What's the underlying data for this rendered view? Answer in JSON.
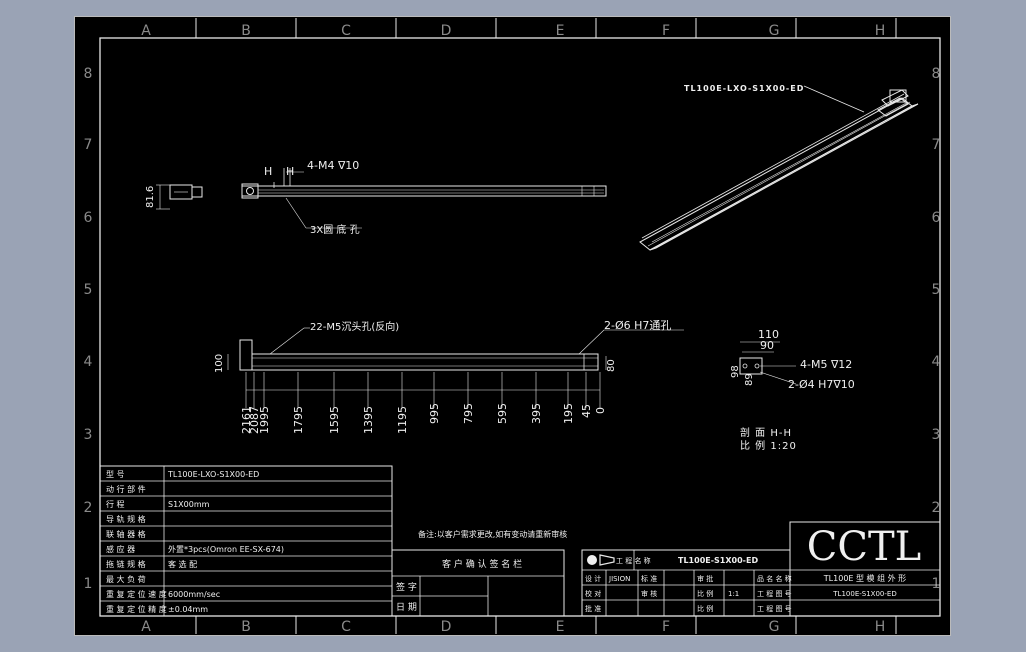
{
  "zone_columns": [
    "A",
    "B",
    "C",
    "D",
    "E",
    "F",
    "G",
    "H"
  ],
  "zone_rows": [
    "8",
    "7",
    "6",
    "5",
    "4",
    "3",
    "2",
    "1"
  ],
  "callouts": {
    "model_label": "TL100E-LXO-S1X00-ED",
    "screw_top": "4-M4 ∇10",
    "h_marker": "H",
    "bottom_note": "3X圆 底 孔",
    "counterbore": "22-M5沉头孔(反向)",
    "pin_holes": "2-Ø6 H7通孔",
    "dim_816": "81.6",
    "dim_100": "100",
    "dim_80": "80"
  },
  "hole_positions": [
    "2161",
    "2087",
    "1995",
    "1795",
    "1595",
    "1395",
    "1195",
    "995",
    "795",
    "595",
    "395",
    "195",
    "45",
    "0"
  ],
  "section": {
    "dim_110": "110",
    "dim_90": "90",
    "dim_98": "98",
    "dim_89": "89",
    "screw": "4-M5 ∇12",
    "pin": "2-Ø4 H7∇10",
    "title": "剖 面 H-H",
    "scale": "比 例 1:20"
  },
  "note": "备注:以客户需求更改,如有变动请重新审核",
  "spec_table": [
    {
      "label": "型 号",
      "value": "TL100E-LXO-S1X00-ED"
    },
    {
      "label": "动 行 部 件",
      "value": ""
    },
    {
      "label": "行 程",
      "value": "S1X00mm"
    },
    {
      "label": "导 轨 规 格",
      "value": ""
    },
    {
      "label": "联 轴 器 格",
      "value": ""
    },
    {
      "label": "感 应 器",
      "value": "外置*3pcs(Omron EE-SX-674)"
    },
    {
      "label": "拖 链 规 格",
      "value": "客 选 配"
    },
    {
      "label": "最 大 负 荷",
      "value": ""
    },
    {
      "label": "重 复 定 位 速 度",
      "value": "6000mm/sec"
    },
    {
      "label": "重 复 定 位 精 度",
      "value": "±0.04mm"
    }
  ],
  "customer_box": {
    "title": "客 户 确 认 签 名 栏",
    "sign": "签 字",
    "date": "日 期"
  },
  "title_block": {
    "company_label": "工 程 名 称",
    "drawing_number": "TL100E-S1X00-ED",
    "row1": [
      "设 计",
      "JISION",
      "标 准",
      "",
      "审 批",
      "",
      "品 名 名 称"
    ],
    "row2": [
      "校 对",
      "",
      "审 核",
      "",
      "比 例",
      "1:1",
      "工 程 图 号"
    ],
    "row3": [
      "批 准",
      "",
      "",
      "",
      "比 例",
      "",
      "工 程 图 号"
    ],
    "logo": "CCTL",
    "product_name": "TL100E 型 模 组 外 形",
    "part_number": "TL100E-S1X00-ED"
  }
}
